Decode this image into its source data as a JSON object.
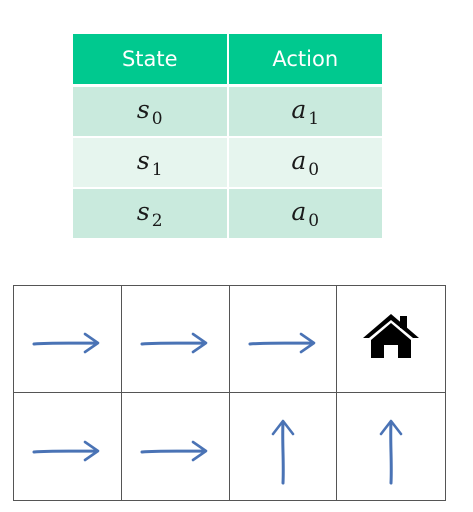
{
  "policy_table": {
    "header_color": "#00c98f",
    "row_colors": [
      "#c9eadd",
      "#e6f5ee"
    ],
    "columns": [
      "State",
      "Action"
    ],
    "rows": [
      {
        "state": "s",
        "state_sub": "0",
        "action": "a",
        "action_sub": "1"
      },
      {
        "state": "s",
        "state_sub": "1",
        "action": "a",
        "action_sub": "0"
      },
      {
        "state": "s",
        "state_sub": "2",
        "action": "a",
        "action_sub": "0"
      }
    ]
  },
  "grid_world": {
    "rows": 2,
    "cols": 4,
    "arrow_color": "#4a73b5",
    "cells": [
      [
        "arrow-right-icon",
        "arrow-right-icon",
        "arrow-right-icon",
        "home-icon"
      ],
      [
        "arrow-right-icon",
        "arrow-right-icon",
        "arrow-up-icon",
        "arrow-up-icon"
      ]
    ]
  }
}
